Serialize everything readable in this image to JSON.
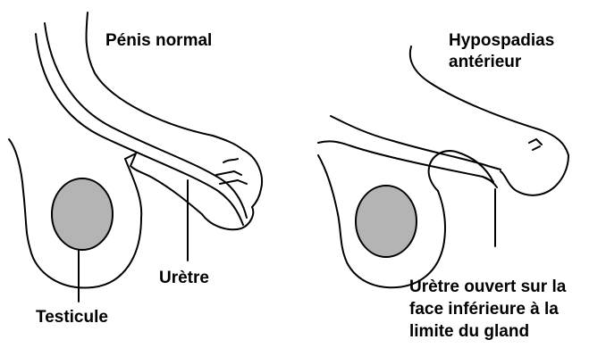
{
  "left_panel": {
    "title": "Pénis normal",
    "urethra_label": "Urètre",
    "testicle_label": "Testicule"
  },
  "right_panel": {
    "title_line1": "Hypospadias",
    "title_line2": "antérieur",
    "urethra_label_line1": "Urètre ouvert sur la",
    "urethra_label_line2": "face inférieure à la",
    "urethra_label_line3": "limite du gland"
  },
  "colors": {
    "line": "#000000",
    "testicle_fill": "#b4b4b4",
    "background": "#ffffff"
  }
}
